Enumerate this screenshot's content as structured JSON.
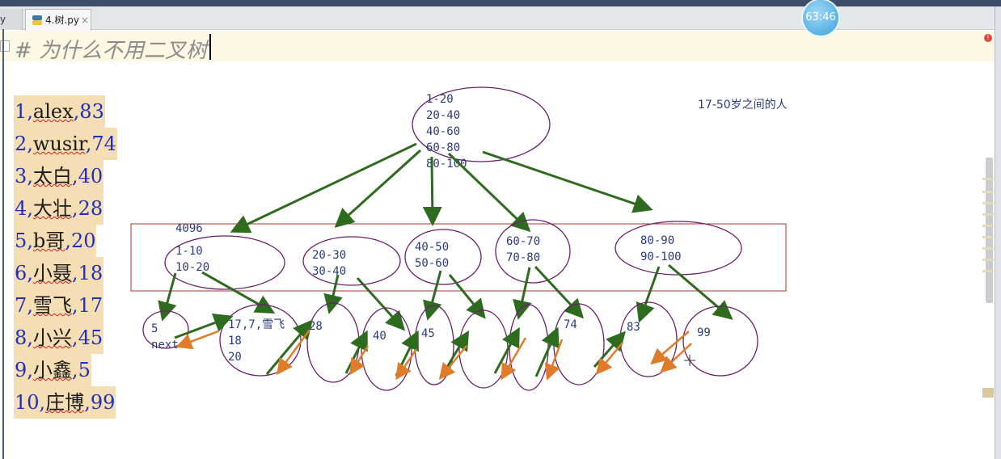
{
  "editor": {
    "tab_partial_label": "y",
    "tab_active_label": "4.树.py",
    "tab_close": "×",
    "comment": "# 为什么不用二叉树",
    "timer": "63:46"
  },
  "records": [
    {
      "id": "1",
      "name": "alex",
      "age": "83"
    },
    {
      "id": "2",
      "name": "wusir",
      "age": "74"
    },
    {
      "id": "3",
      "name": "太白",
      "age": "40"
    },
    {
      "id": "4",
      "name": "大壮",
      "age": "28"
    },
    {
      "id": "5",
      "name": "b哥",
      "age": "20"
    },
    {
      "id": "6",
      "name": "小聂",
      "age": "18"
    },
    {
      "id": "7",
      "name": "雪飞",
      "age": "17"
    },
    {
      "id": "8",
      "name": "小兴",
      "age": "45"
    },
    {
      "id": "9",
      "name": "小鑫",
      "age": "5"
    },
    {
      "id": "10",
      "name": "庄博",
      "age": "99"
    }
  ],
  "diagram": {
    "note": "17-50岁之间的人",
    "page_size": "4096",
    "root": [
      "1-20",
      "20-40",
      "40-60",
      "60-80",
      "80-100"
    ],
    "branch_1": [
      "1-10",
      "10-20"
    ],
    "branch_2": [
      "20-30",
      "30-40"
    ],
    "branch_3": [
      "40-50",
      "50-60"
    ],
    "branch_4": [
      "60-70",
      "70-80"
    ],
    "branch_5": [
      "80-90",
      "90-100"
    ],
    "leaf_5": [
      "5",
      "next"
    ],
    "leaf_group": [
      "17,7,雪飞",
      "18",
      "20"
    ],
    "leaf_28": "28",
    "leaf_40": "40",
    "leaf_45": "45",
    "leaf_74": "74",
    "leaf_83": "83",
    "leaf_99": "99",
    "colors": {
      "node": "#6b1f6b",
      "arrow": "#2e6b1e",
      "next_arrow": "#e07b2a",
      "frame": "#b03030"
    }
  }
}
